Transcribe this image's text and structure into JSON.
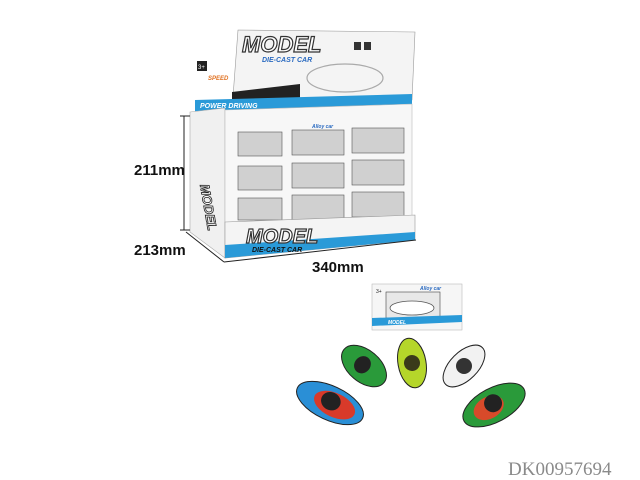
{
  "dimensions": {
    "height": "211mm",
    "depth": "213mm",
    "width": "340mm"
  },
  "display_box": {
    "brand": "MODEL",
    "subtitle": "DIE-CAST CAR",
    "banner": "POWER DRIVING",
    "age_badge": "3+",
    "speed_logo": "SPEED",
    "window_label": "Alloy car"
  },
  "single_box": {
    "label": "Alloy car",
    "age_badge": "3+",
    "brand": "MODEL"
  },
  "cars": [
    {
      "name": "blue-red-car",
      "color": "#2a8fd6"
    },
    {
      "name": "green-car-1",
      "color": "#2a9a3a"
    },
    {
      "name": "yellow-car",
      "color": "#b5d62a"
    },
    {
      "name": "white-car",
      "color": "#f2f2f2"
    },
    {
      "name": "green-car-2",
      "color": "#2a9a3a"
    }
  ],
  "watermark": "DK00957694",
  "colors": {
    "accent_blue": "#2a9ad8",
    "dark": "#222222"
  }
}
